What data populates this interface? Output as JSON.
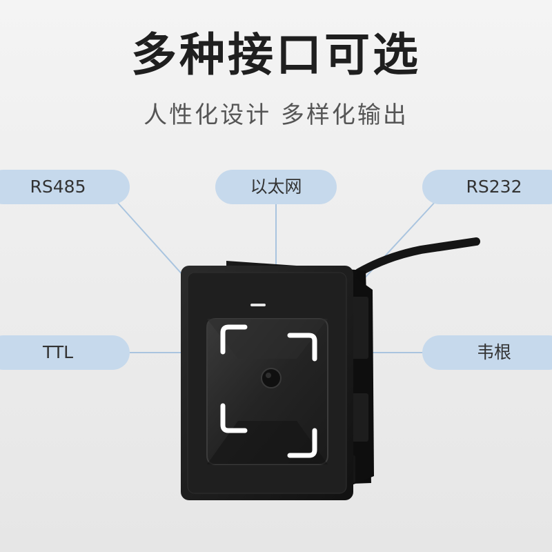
{
  "header": {
    "title": "多种接口可选",
    "subtitle": "人性化设计 多样化输出"
  },
  "interfaces": {
    "rs485": "RS485",
    "ethernet": "以太网",
    "rs232": "RS232",
    "ttl": "TTL",
    "wiegand": "韦根"
  },
  "colors": {
    "pill_fill": "#c6d9ec",
    "connector_line": "#a9c4df",
    "device_body": "#1c1c1c",
    "scan_window_light": "#ffffff"
  }
}
